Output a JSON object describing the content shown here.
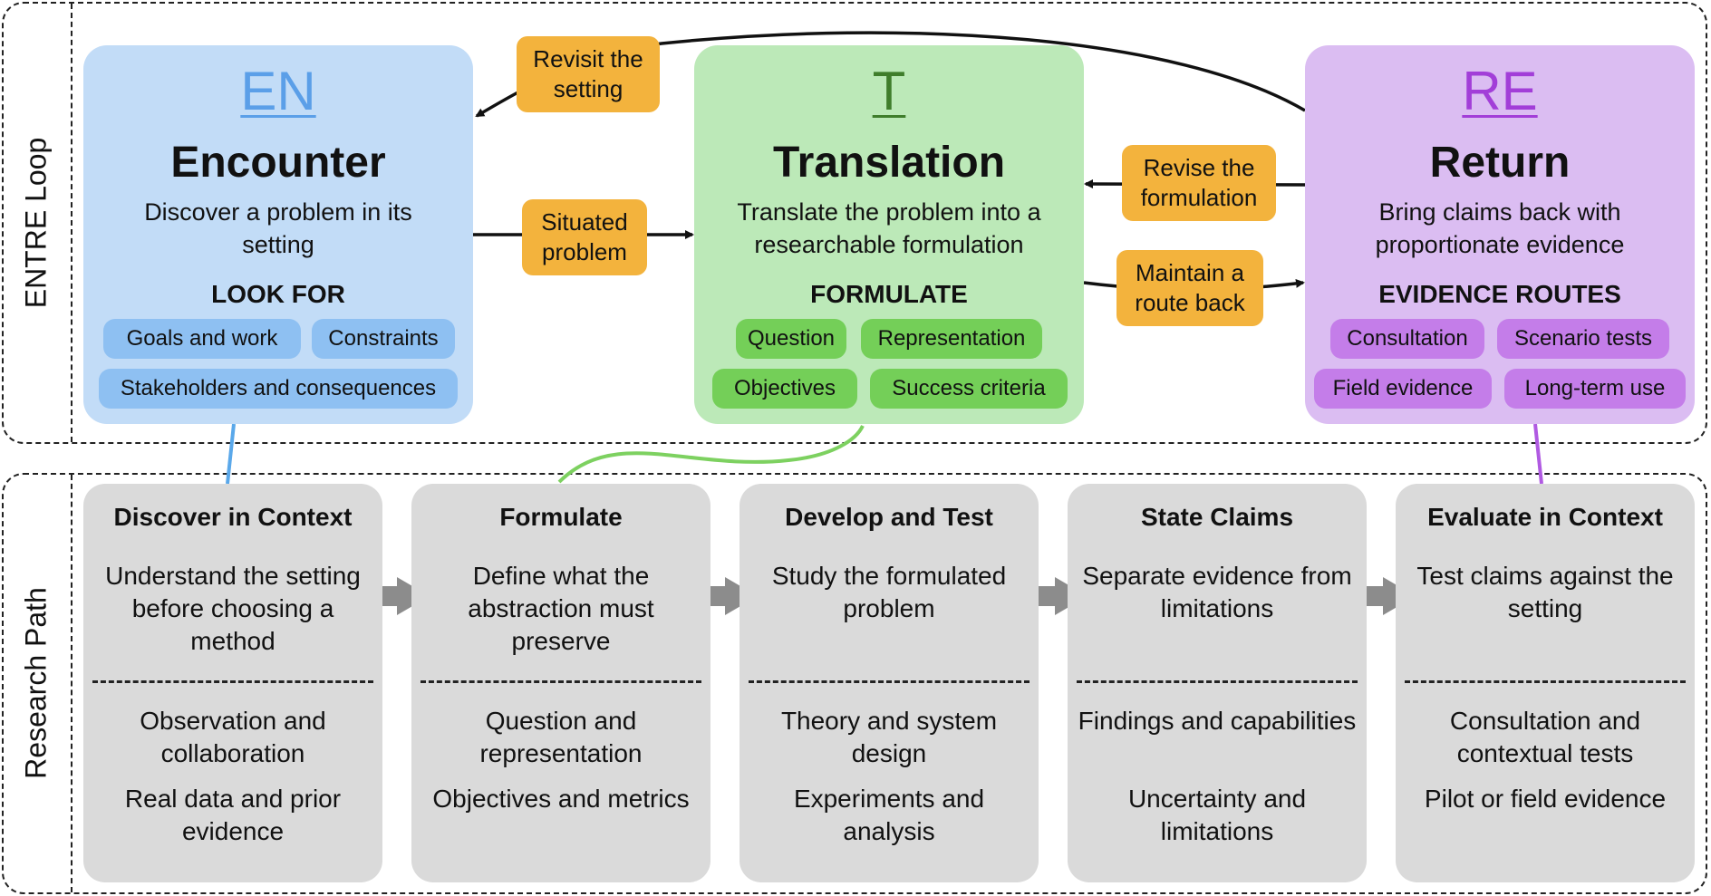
{
  "labels": {
    "loop": "ENTRE Loop",
    "path": "Research Path"
  },
  "phases": [
    {
      "abbr": "EN",
      "title": "Encounter",
      "desc": "Discover a problem in its setting",
      "sub": "LOOK FOR",
      "chips": [
        "Goals and work",
        "Constraints",
        "Stakeholders and consequences"
      ]
    },
    {
      "abbr": "T",
      "title": "Translation",
      "desc": "Translate the problem into a researchable formulation",
      "sub": "FORMULATE",
      "chips": [
        "Question",
        "Representation",
        "Objectives",
        "Success criteria"
      ]
    },
    {
      "abbr": "RE",
      "title": "Return",
      "desc": "Bring claims back with proportionate evidence",
      "sub": "EVIDENCE ROUTES",
      "chips": [
        "Consultation",
        "Scenario tests",
        "Field evidence",
        "Long-term use"
      ]
    }
  ],
  "flows": {
    "revisit_setting": [
      "Revisit the",
      "setting"
    ],
    "situated_problem": [
      "Situated",
      "problem"
    ],
    "revise_formulation": [
      "Revise the",
      "formulation"
    ],
    "route_back": [
      "Maintain a",
      "route back"
    ]
  },
  "steps": [
    {
      "title": "Discover in Context",
      "desc": "Understand the setting before choosing a method",
      "a1": "Observation and collaboration",
      "a2": "Real data and prior evidence"
    },
    {
      "title": "Formulate",
      "desc": "Define what the abstraction must preserve",
      "a1": "Question and representation",
      "a2": "Objectives and metrics"
    },
    {
      "title": "Develop and Test",
      "desc": "Study the formulated problem",
      "a1": "Theory and system design",
      "a2": "Experiments and analysis"
    },
    {
      "title": "State Claims",
      "desc": "Separate evidence from limitations",
      "a1": "Findings and capabilities",
      "a2": "Uncertainty and limitations"
    },
    {
      "title": "Evaluate in Context",
      "desc": "Test claims against the setting",
      "a1": "Consultation and contextual tests",
      "a2": "Pilot or field evidence"
    }
  ],
  "colors": {
    "encounter": "#c2dcf7",
    "translation": "#bce9b8",
    "return": "#dbbdf2",
    "flow": "#f3b33d",
    "step": "#dadada",
    "blue_link": "#5aa8ea",
    "green_link": "#7dd160",
    "purple_link": "#b05ae2",
    "arrow_gray": "#8c8c8c"
  }
}
